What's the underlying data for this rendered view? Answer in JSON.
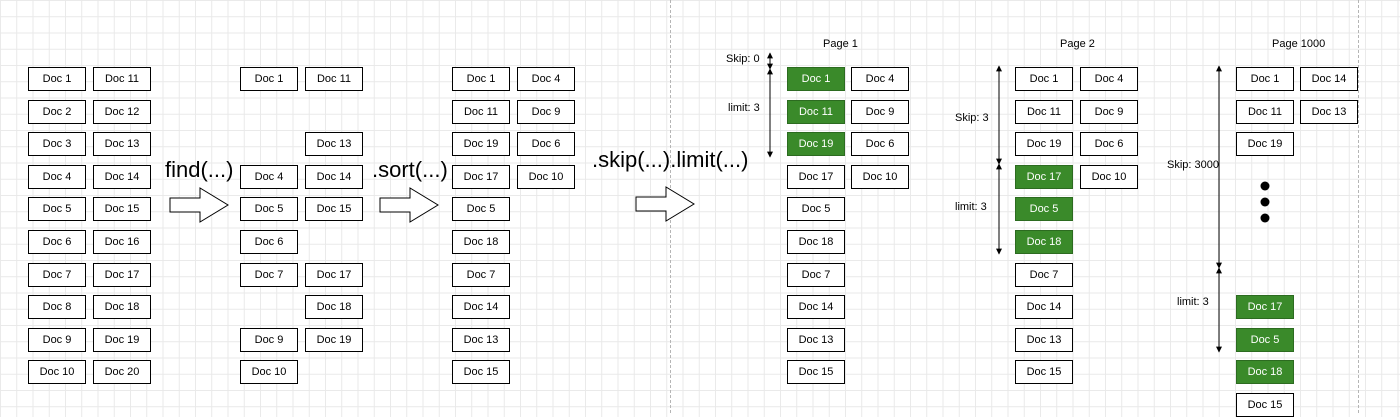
{
  "operations": {
    "find": "find(...)",
    "sort": ".sort(...)",
    "skip_limit": ".skip(...).limit(...)"
  },
  "columns": {
    "original": {
      "col1": [
        "Doc 1",
        "Doc 2",
        "Doc 3",
        "Doc 4",
        "Doc 5",
        "Doc 6",
        "Doc 7",
        "Doc 8",
        "Doc 9",
        "Doc 10"
      ],
      "col2": [
        "Doc 11",
        "Doc 12",
        "Doc 13",
        "Doc 14",
        "Doc 15",
        "Doc 16",
        "Doc 17",
        "Doc 18",
        "Doc 19",
        "Doc 20"
      ]
    },
    "found": {
      "col1": [
        "Doc 1",
        "",
        "",
        "Doc 4",
        "Doc 5",
        "Doc 6",
        "Doc 7",
        "",
        "Doc 9",
        "Doc 10"
      ],
      "col2": [
        "Doc 11",
        "",
        "Doc 13",
        "Doc 14",
        "Doc 15",
        "",
        "Doc 17",
        "Doc 18",
        "Doc 19",
        ""
      ]
    },
    "sorted": {
      "col1": [
        "Doc 1",
        "Doc 11",
        "Doc 19",
        "Doc 17",
        "Doc 5",
        "Doc 18",
        "Doc 7",
        "Doc 14",
        "Doc 13",
        "Doc 15"
      ],
      "col2": [
        "Doc 4",
        "Doc 9",
        "Doc 6",
        "Doc 10"
      ]
    }
  },
  "pages": [
    {
      "title": "Page 1",
      "skip_label": "Skip: 0",
      "limit_label": "limit: 3",
      "col1": [
        "Doc 1",
        "Doc 11",
        "Doc 19",
        "Doc 17",
        "Doc 5",
        "Doc 18",
        "Doc 7",
        "Doc 14",
        "Doc 13",
        "Doc 15"
      ],
      "col2": [
        "Doc 4",
        "Doc 9",
        "Doc 6",
        "Doc 10"
      ],
      "highlighted_rows": [
        0,
        1,
        2
      ]
    },
    {
      "title": "Page 2",
      "skip_label": "Skip: 3",
      "limit_label": "limit: 3",
      "col1": [
        "Doc 1",
        "Doc 11",
        "Doc 19",
        "Doc 17",
        "Doc 5",
        "Doc 18",
        "Doc 7",
        "Doc 14",
        "Doc 13",
        "Doc 15"
      ],
      "col2": [
        "Doc 4",
        "Doc 9",
        "Doc 6",
        "Doc 10"
      ],
      "highlighted_rows": [
        3,
        4,
        5
      ]
    },
    {
      "title": "Page 1000",
      "skip_label": "Skip: 3000",
      "limit_label": "limit: 3",
      "col1": [
        "Doc 1",
        "Doc 11",
        "Doc 19",
        "",
        "",
        "",
        "",
        "Doc 17",
        "Doc 5",
        "Doc 18",
        "Doc 15"
      ],
      "col2": [
        "Doc 14",
        "Doc 13"
      ],
      "highlighted_rows": [
        7,
        8,
        9
      ]
    }
  ],
  "colors": {
    "highlight": "#3a8a2a",
    "grid": "#e9e9e9",
    "divider": "#b5b5b5"
  }
}
